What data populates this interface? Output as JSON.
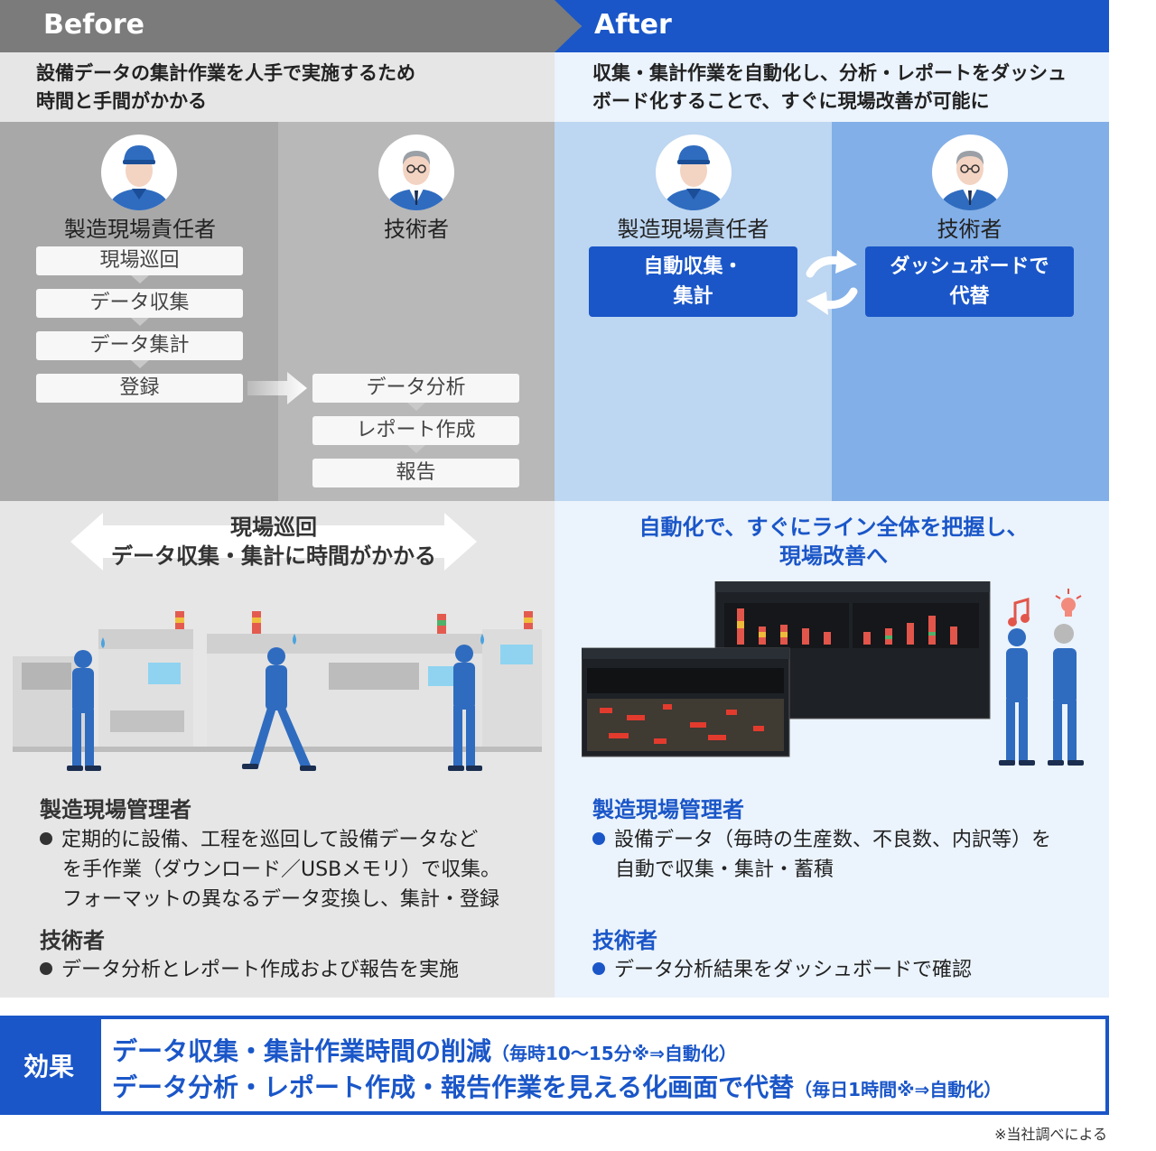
{
  "header": {
    "before": "Before",
    "after": "After"
  },
  "description": {
    "before_lines": [
      "設備データの集計作業を人手で実施するため",
      "時間と手間がかかる"
    ],
    "after_lines": [
      "収集・集計作業を自動化し、分析・レポートをダッシュ",
      "ボード化することで、すぐに現場改善が可能に"
    ]
  },
  "before_flow": {
    "manager_label": "製造現場責任者",
    "engineer_label": "技術者",
    "manager_steps": [
      "現場巡回",
      "データ収集",
      "データ集計",
      "登録"
    ],
    "engineer_steps": [
      "データ分析",
      "レポート作成",
      "報告"
    ]
  },
  "after_flow": {
    "manager_label": "製造現場責任者",
    "engineer_label": "技術者",
    "manager_box": [
      "自動収集・",
      "集計"
    ],
    "engineer_box": [
      "ダッシュボードで",
      "代替"
    ]
  },
  "before_lower": {
    "banner_lines": [
      "現場巡回",
      "データ収集・集計に時間がかかる"
    ],
    "section1_title": "製造現場管理者",
    "section1_lines": [
      "定期的に設備、工程を巡回して設備データなど",
      "を手作業（ダウンロード／USBメモリ）で収集。",
      "フォーマットの異なるデータ変換し、集計・登録"
    ],
    "section2_title": "技術者",
    "section2_lines": [
      "データ分析とレポート作成および報告を実施"
    ]
  },
  "after_lower": {
    "banner_lines": [
      "自動化で、すぐにライン全体を把握し、",
      "現場改善へ"
    ],
    "section1_title": "製造現場管理者",
    "section1_lines": [
      "設備データ（毎時の生産数、不良数、内訳等）を",
      "自動で収集・集計・蓄積"
    ],
    "section2_title": "技術者",
    "section2_lines": [
      "データ分析結果をダッシュボードで確認"
    ]
  },
  "effect": {
    "tag": "効果",
    "line1_main": "データ収集・集計作業時間の削減",
    "line1_sub": "（毎時10～15分※⇒自動化）",
    "line2_main": "データ分析・レポート作成・報告作業を見える化画面で代替",
    "line2_sub": "（毎日1時間※⇒自動化）"
  },
  "footnote": "※当社調べによる",
  "colors": {
    "blue": "#1a56c8",
    "gray_header": "#7b7b7b",
    "light_blue": "#ebf3fc",
    "light_gray": "#e6e6e6"
  },
  "icons": [
    "worker-avatar-icon",
    "engineer-avatar-icon",
    "cycle-arrows-icon",
    "double-arrow-icon",
    "music-note-icon",
    "lightbulb-icon"
  ]
}
